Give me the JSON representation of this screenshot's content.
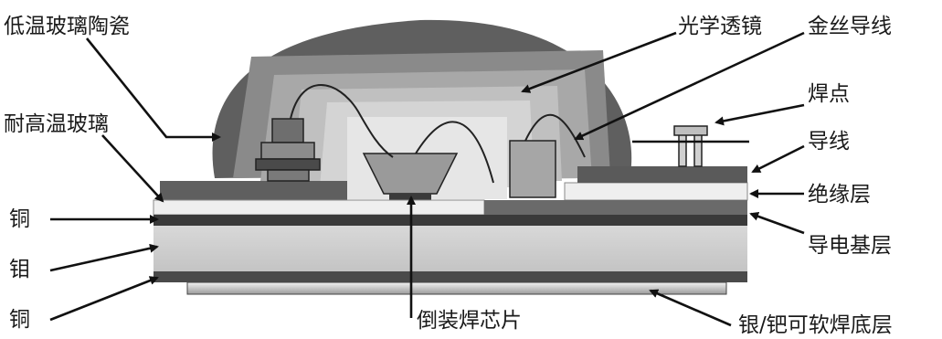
{
  "labels": {
    "low_temp_glass_ceramic": "低温玻璃陶瓷",
    "high_temp_glass": "耐高温玻璃",
    "copper_top": "铜",
    "molybdenum": "钼",
    "copper_bottom": "铜",
    "optical_lens": "光学透镜",
    "gold_wire": "金丝导线",
    "solder_joint": "焊点",
    "lead_wire": "导线",
    "insulation_layer": "绝缘层",
    "conductive_substrate": "导电基层",
    "flip_chip": "倒装焊芯片",
    "solder_base_layer": "银/钯可软焊底层"
  },
  "colors": {
    "lens_outer": "#5f5f5f",
    "lens_inner_light": "#e6e6e6",
    "copper_layer": "#3a3a3a",
    "molybdenum_layer": "#cfcfcf",
    "insulation": "#efefef",
    "conductor_pad": "#5a5a5a"
  }
}
